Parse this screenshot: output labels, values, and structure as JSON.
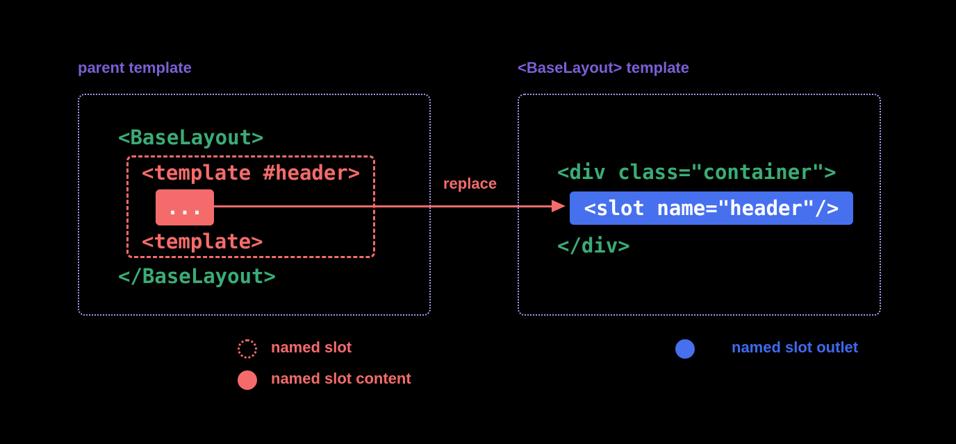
{
  "colors": {
    "background": "#000000",
    "title_purple": "#7c5fd6",
    "panel_border_purple": "#a89ff5",
    "code_green": "#3cab76",
    "accent_red": "#f56b6b",
    "slot_content_bg": "#f56b6b",
    "outlet_blue_bg": "#4670ee",
    "legend_outlet_blue": "#3f6af0",
    "chip_text_white": "#ffffff"
  },
  "left_panel": {
    "title": "parent template",
    "open_tag": "<BaseLayout>",
    "slot_open_tag": "<template #header>",
    "slot_content": "...",
    "slot_close_tag": "<template>",
    "close_tag": "</BaseLayout>"
  },
  "arrow": {
    "label": "replace"
  },
  "right_panel": {
    "title": "<BaseLayout> template",
    "open_tag": "<div class=\"container\">",
    "slot_outlet": "<slot name=\"header\"/>",
    "close_tag": "</div>"
  },
  "legend": {
    "named_slot": "named slot",
    "named_slot_content": "named slot content",
    "named_slot_outlet": "named slot outlet"
  }
}
